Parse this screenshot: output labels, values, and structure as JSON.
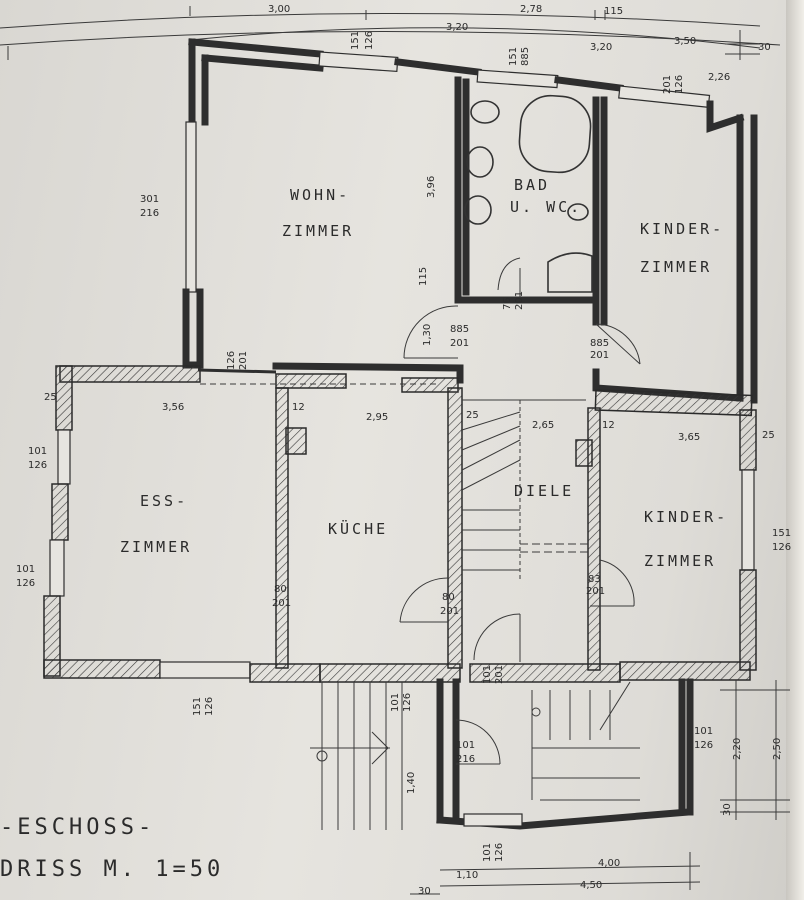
{
  "rooms": {
    "wohnzimmer_line1": "WOHN-",
    "wohnzimmer_line2": "ZIMMER",
    "bad_line1": "BAD",
    "bad_line2": "U. WC.",
    "kinder_top_line1": "KINDER-",
    "kinder_top_line2": "ZIMMER",
    "ess_line1": "ESS-",
    "ess_line2": "ZIMMER",
    "kueche": "KÜCHE",
    "diele": "DIELE",
    "kinder_right_line1": "KINDER-",
    "kinder_right_line2": "ZIMMER"
  },
  "dimensions": {
    "top_300": "3,00",
    "top_320": "3,20",
    "top_278": "2,78",
    "top_115": "115",
    "top_320b": "3,20",
    "top_350": "3,50",
    "top_30": "30",
    "top_226": "2,26",
    "win_151a": "151",
    "win_126a": "126",
    "win_151b": "151",
    "win_885": "885",
    "win_201a": "201",
    "win_126b": "126",
    "h_396": "3,96",
    "win_301": "301",
    "win_216a": "216",
    "d_115": "115",
    "d_130": "1,30",
    "door_885a": "885",
    "door_201a": "201",
    "door_76": "76",
    "door_201b": "201",
    "door_885b": "885",
    "door_201c": "201",
    "d_126": "126",
    "d_201": "201",
    "d_25a": "25",
    "d_356": "3,56",
    "d_12a": "12",
    "d_295": "2,95",
    "d_25b": "25",
    "d_265": "2,65",
    "d_12b": "12",
    "d_365": "3,65",
    "d_25c": "25",
    "win_101a": "101",
    "win_126c": "126",
    "win_101b": "101",
    "win_126d": "126",
    "win_151c": "151",
    "win_126e": "126",
    "door_80a": "80",
    "door_201d": "201",
    "door_80b": "80",
    "door_201e": "201",
    "door_83": "83",
    "door_201f": "201",
    "win_151d": "151",
    "win_126f": "126",
    "win_101c": "101",
    "win_126g": "126",
    "door_101a": "101",
    "door_201g": "201",
    "door_101b": "101",
    "door_216b": "216",
    "win_101d": "101",
    "win_126h": "126",
    "d_140": "1,40",
    "d_220": "2,20",
    "d_250": "2,50",
    "d_30a": "30",
    "win_101e": "101",
    "win_126i": "126",
    "d_110": "1,10",
    "d_400": "4,00",
    "d_450": "4,50",
    "d_30b": "30"
  },
  "title": {
    "line1": "-ESCHOSS-",
    "line2": "DRISS M. 1=50"
  }
}
